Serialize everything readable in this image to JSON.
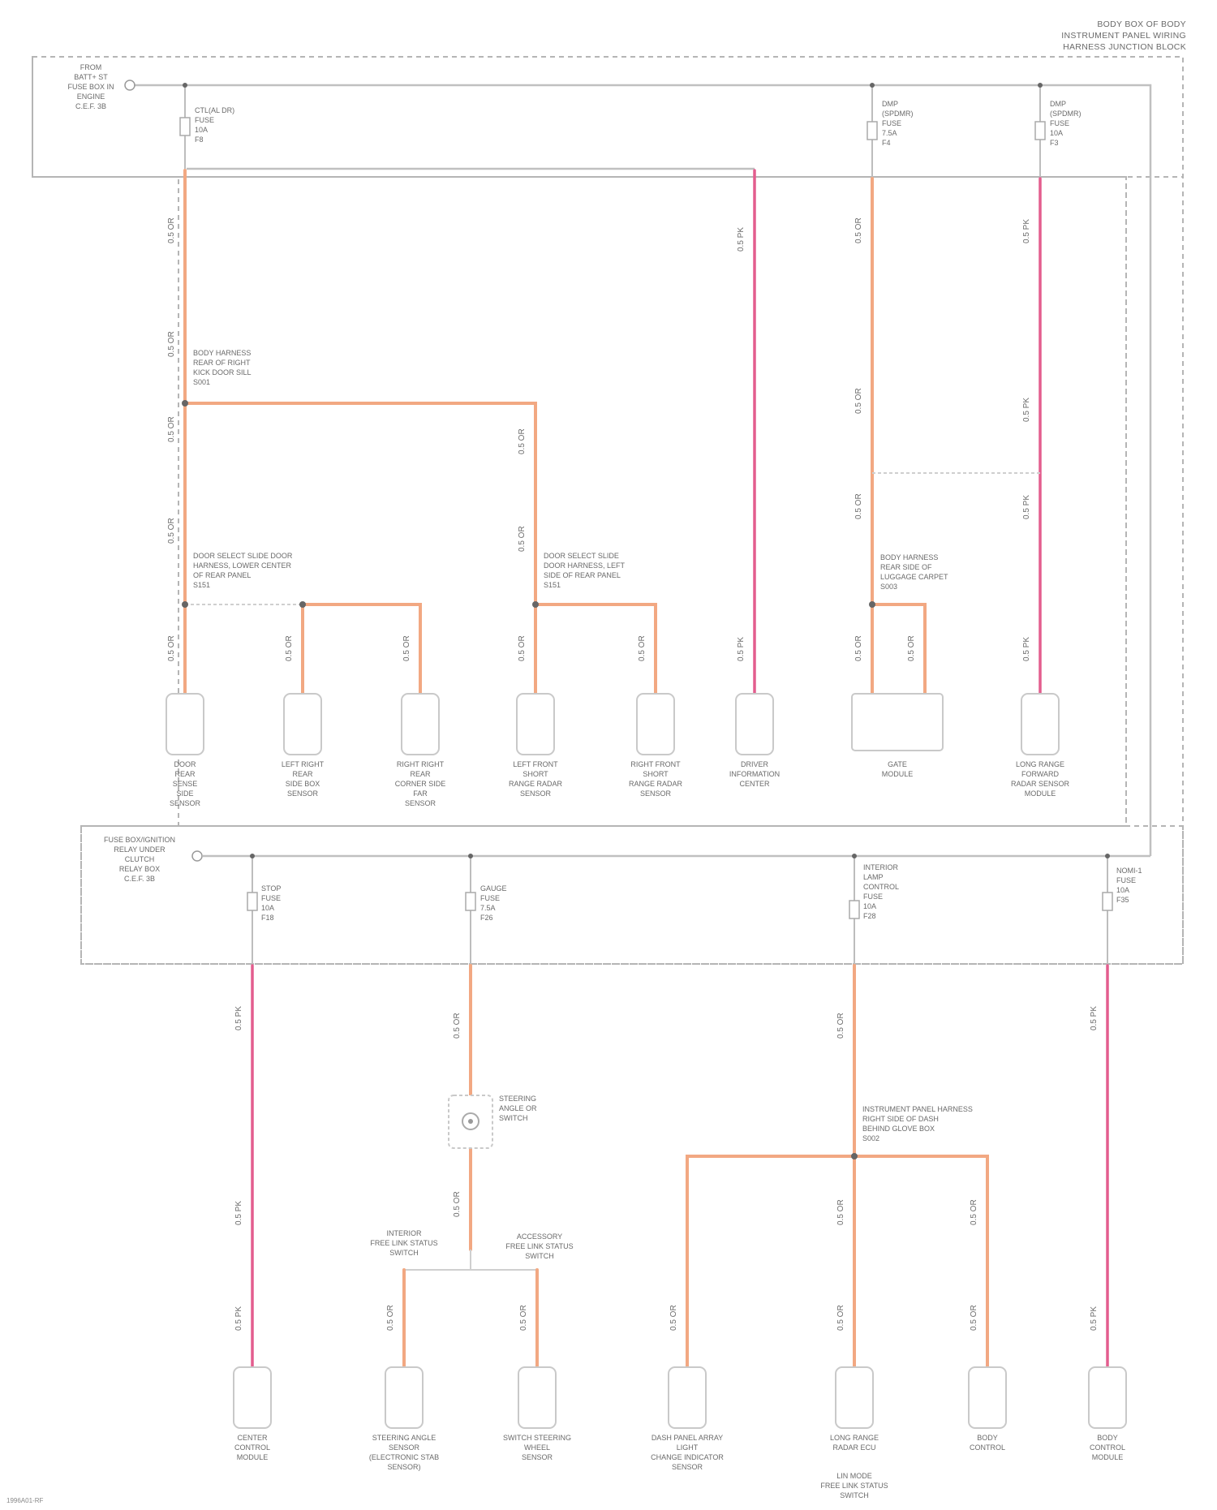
{
  "header": {
    "lines": [
      "BODY BOX OF BODY",
      "INSTRUMENT PANEL WIRING",
      "HARNESS JUNCTION BLOCK"
    ]
  },
  "footer": {
    "id": "1996A01-RF"
  },
  "upper_block": {
    "feed_label": [
      "FROM",
      "BATT+ ST",
      "FUSE BOX IN",
      "ENGINE",
      "C.E.F. 3B"
    ],
    "fuses": [
      {
        "id": "fuse-a",
        "label": [
          "CTL(AL DR)",
          "FUSE",
          "10A",
          "F8"
        ]
      },
      {
        "id": "fuse-b",
        "label": [
          "DMP",
          "(SPDMR)",
          "FUSE",
          "7.5A",
          "F4"
        ]
      },
      {
        "id": "fuse-c",
        "label": [
          "DMP",
          "(SPDMR)",
          "FUSE",
          "10A",
          "F3"
        ]
      }
    ],
    "splices": [
      {
        "id": "sp1",
        "label": [
          "BODY HARNESS",
          "REAR OF RIGHT",
          "KICK DOOR SILL",
          "S001"
        ]
      },
      {
        "id": "sp2",
        "label": [
          "DOOR SELECT SLIDE DOOR",
          "HARNESS, LOWER CENTER",
          "OF REAR PANEL",
          "S151"
        ]
      },
      {
        "id": "sp3",
        "label": [
          "DOOR SELECT SLIDE",
          "DOOR HARNESS, LEFT",
          "SIDE OF REAR PANEL",
          "S151"
        ]
      },
      {
        "id": "sp4",
        "label": [
          "BODY HARNESS",
          "REAR SIDE OF",
          "LUGGAGE CARPET",
          "S003"
        ]
      }
    ],
    "components": [
      {
        "id": "c1",
        "label": [
          "DOOR",
          "REAR",
          "SENSE",
          "SIDE",
          "SENSOR"
        ]
      },
      {
        "id": "c2",
        "label": [
          "LEFT RIGHT",
          "REAR",
          "SIDE BOX",
          "SENSOR"
        ]
      },
      {
        "id": "c3",
        "label": [
          "RIGHT RIGHT",
          "REAR",
          "CORNER SIDE",
          "FAR",
          "SENSOR"
        ]
      },
      {
        "id": "c4",
        "label": [
          "LEFT FRONT",
          "SHORT",
          "RANGE RADAR",
          "SENSOR"
        ]
      },
      {
        "id": "c5",
        "label": [
          "RIGHT FRONT",
          "SHORT",
          "RANGE RADAR",
          "SENSOR"
        ]
      },
      {
        "id": "c6",
        "label": [
          "DRIVER",
          "INFORMATION",
          "CENTER"
        ]
      },
      {
        "id": "c7",
        "label": [
          "GATE",
          "MODULE"
        ]
      },
      {
        "id": "c8",
        "label": [
          "LONG RANGE",
          "FORWARD",
          "RADAR SENSOR",
          "MODULE"
        ]
      }
    ]
  },
  "lower_block": {
    "feed_label": [
      "FUSE BOX/IGNITION",
      "RELAY UNDER",
      "CLUTCH",
      "RELAY BOX",
      "C.E.F. 3B"
    ],
    "fuses": [
      {
        "id": "fuse-d",
        "label": [
          "STOP",
          "FUSE",
          "10A",
          "F18"
        ]
      },
      {
        "id": "fuse-e",
        "label": [
          "GAUGE",
          "FUSE",
          "7.5A",
          "F26"
        ]
      },
      {
        "id": "fuse-f",
        "label": [
          "INTERIOR",
          "LAMP",
          "CONTROL",
          "FUSE",
          "10A",
          "F28"
        ]
      },
      {
        "id": "fuse-g",
        "label": [
          "NOMI-1",
          "FUSE",
          "10A",
          "F35"
        ]
      }
    ],
    "switch_label": [
      "STEERING",
      "ANGLE OR",
      "SWITCH"
    ],
    "mid_labels": [
      {
        "id": "ml1",
        "label": [
          "INTERIOR",
          "FREE LINK STATUS",
          "SWITCH"
        ]
      },
      {
        "id": "ml2",
        "label": [
          "ACCESSORY",
          "FREE LINK STATUS",
          "SWITCH"
        ]
      }
    ],
    "splices": [
      {
        "id": "sp5",
        "label": [
          "INSTRUMENT PANEL HARNESS",
          "RIGHT SIDE OF DASH",
          "BEHIND GLOVE BOX",
          "S002"
        ]
      }
    ],
    "components": [
      {
        "id": "c9",
        "label": [
          "CENTER",
          "CONTROL",
          "MODULE"
        ]
      },
      {
        "id": "c10",
        "label": [
          "STEERING ANGLE",
          "SENSOR",
          "(ELECTRONIC STAB",
          "SENSOR)"
        ]
      },
      {
        "id": "c11",
        "label": [
          "SWITCH STEERING",
          "WHEEL",
          "SENSOR"
        ]
      },
      {
        "id": "c12",
        "label": [
          "DASH PANEL ARRAY",
          "LIGHT",
          "CHANGE INDICATOR",
          "SENSOR"
        ]
      },
      {
        "id": "c13",
        "label": [
          "LONG RANGE",
          "RADAR ECU"
        ]
      },
      {
        "id": "c14",
        "label": [
          "BODY",
          "CONTROL"
        ]
      },
      {
        "id": "c15",
        "label": [
          "BODY",
          "CONTROL",
          "MODULE"
        ]
      }
    ],
    "bottom_note": [
      "LIN MODE",
      "FREE LINK STATUS",
      "SWITCH"
    ]
  },
  "colors": {
    "power_wire": "#f2a882",
    "signal_wire": "#e35d8e",
    "ground_wire": "#cfcfcf"
  }
}
